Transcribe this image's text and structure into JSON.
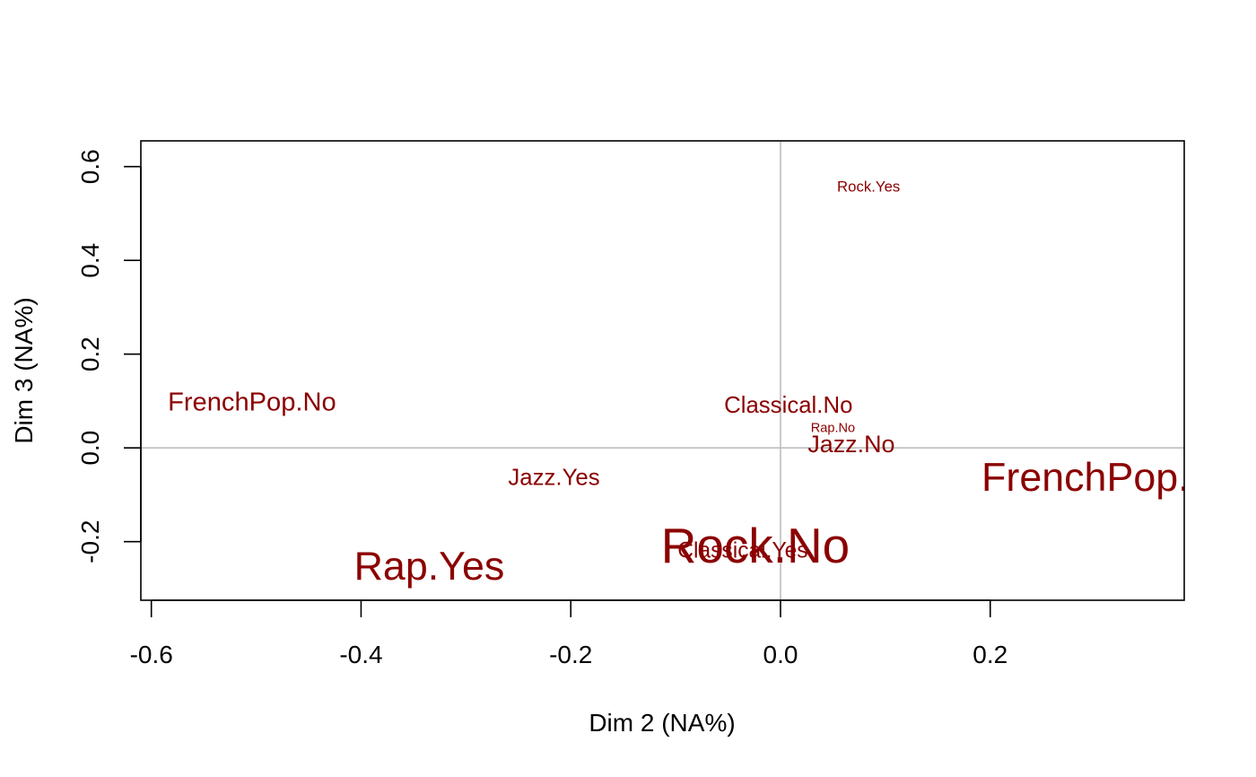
{
  "chart_data": {
    "type": "scatter",
    "title": "",
    "xlabel": "Dim 2 (NA%)",
    "ylabel": "Dim 3 (NA%)",
    "xlim": [
      -0.61,
      0.385
    ],
    "ylim": [
      -0.325,
      0.655
    ],
    "xticks": [
      -0.6,
      -0.4,
      -0.2,
      0.0,
      0.2
    ],
    "xtick_labels": [
      "-0.6",
      "-0.4",
      "-0.2",
      "0.0",
      "0.2"
    ],
    "yticks": [
      -0.2,
      0.0,
      0.2,
      0.4,
      0.6
    ],
    "ytick_labels": [
      "-0.2",
      "0.0",
      "0.2",
      "0.4",
      "0.6"
    ],
    "grid": false,
    "reference_lines": {
      "x": 0,
      "y": 0,
      "color": "#bebebe"
    },
    "label_color": "#8b0000",
    "points": [
      {
        "label": "Rock.Yes",
        "x": 0.084,
        "y": 0.558,
        "weight": 0.75
      },
      {
        "label": "FrenchPop.No",
        "x": -0.504,
        "y": 0.1,
        "weight": 1.3
      },
      {
        "label": "Classical.No",
        "x": 0.0075,
        "y": 0.093,
        "weight": 1.15
      },
      {
        "label": "Rap.No",
        "x": 0.05,
        "y": 0.044,
        "weight": 0.65
      },
      {
        "label": "Jazz.No",
        "x": 0.0675,
        "y": 0.009,
        "weight": 1.2
      },
      {
        "label": "Jazz.Yes",
        "x": -0.216,
        "y": -0.061,
        "weight": 1.15
      },
      {
        "label": "FrenchPop.Yes",
        "x": 0.322,
        "y": -0.061,
        "weight": 2.0
      },
      {
        "label": "Classical.Yes",
        "x": -0.036,
        "y": -0.217,
        "weight": 1.1
      },
      {
        "label": "Rock.No",
        "x": -0.024,
        "y": -0.207,
        "weight": 2.45
      },
      {
        "label": "Rap.Yes",
        "x": -0.335,
        "y": -0.25,
        "weight": 2.0
      }
    ]
  }
}
